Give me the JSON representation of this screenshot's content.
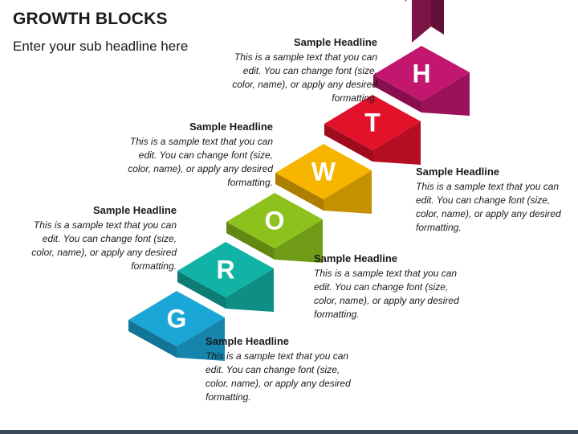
{
  "header": {
    "title": "GROWTH BLOCKS",
    "subtitle": "Enter your sub headline here"
  },
  "steps": [
    {
      "letter": "G",
      "color": "#1aa6d6",
      "headline": "Sample Headline",
      "text": "This is a sample text that you can edit. You can change font (size, color, name), or apply any desired formatting."
    },
    {
      "letter": "R",
      "color": "#10b3a6",
      "headline": "Sample Headline",
      "text": "This is a sample text that you can edit. You can change font (size, color, name), or apply any desired formatting."
    },
    {
      "letter": "O",
      "color": "#8cc21b",
      "headline": "Sample Headline",
      "text": "This is a sample text that you can edit. You can change font (size, color, name), or apply any desired formatting."
    },
    {
      "letter": "W",
      "color": "#f7b500",
      "headline": "Sample Headline",
      "text": "This is a sample text that you can edit. You can change font (size, color, name), or apply any desired formatting."
    },
    {
      "letter": "T",
      "color": "#e4112b",
      "headline": "Sample Headline",
      "text": "This is a sample text that you can edit. You can change font (size, color, name), or apply any desired formatting."
    },
    {
      "letter": "H",
      "color": "#c2166f",
      "headline": "Sample Headline",
      "text": "This is a sample text that you can edit. You can change font (size, color, name), or apply any desired formatting."
    }
  ],
  "arrow_color": "#a41a5e",
  "footer_color": "#3d4a5c"
}
